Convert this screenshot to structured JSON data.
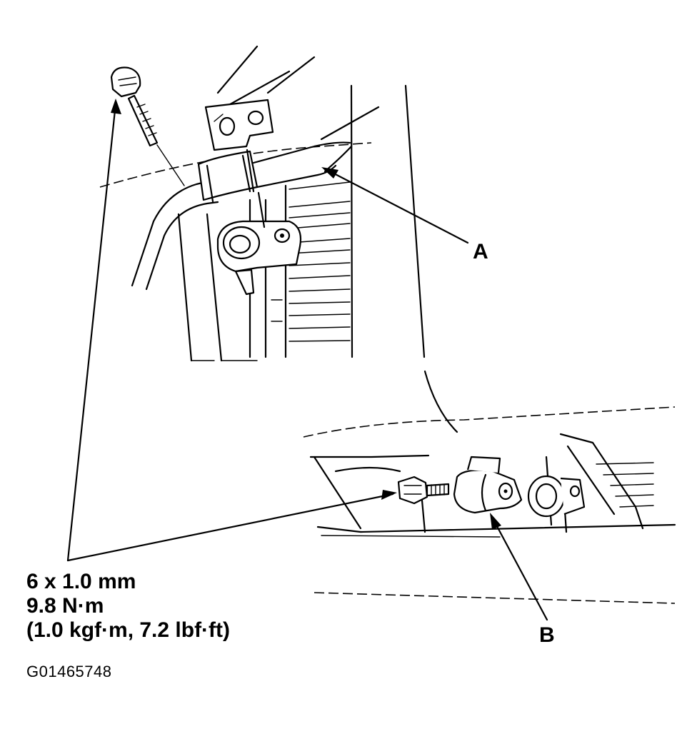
{
  "callouts": {
    "a": "A",
    "b": "B"
  },
  "bolt_spec": {
    "size": "6 x 1.0 mm",
    "torque_nm": "9.8 N·m",
    "torque_alt": "(1.0 kgf·m, 7.2 lbf·ft)"
  },
  "figure_id": "G01465748"
}
